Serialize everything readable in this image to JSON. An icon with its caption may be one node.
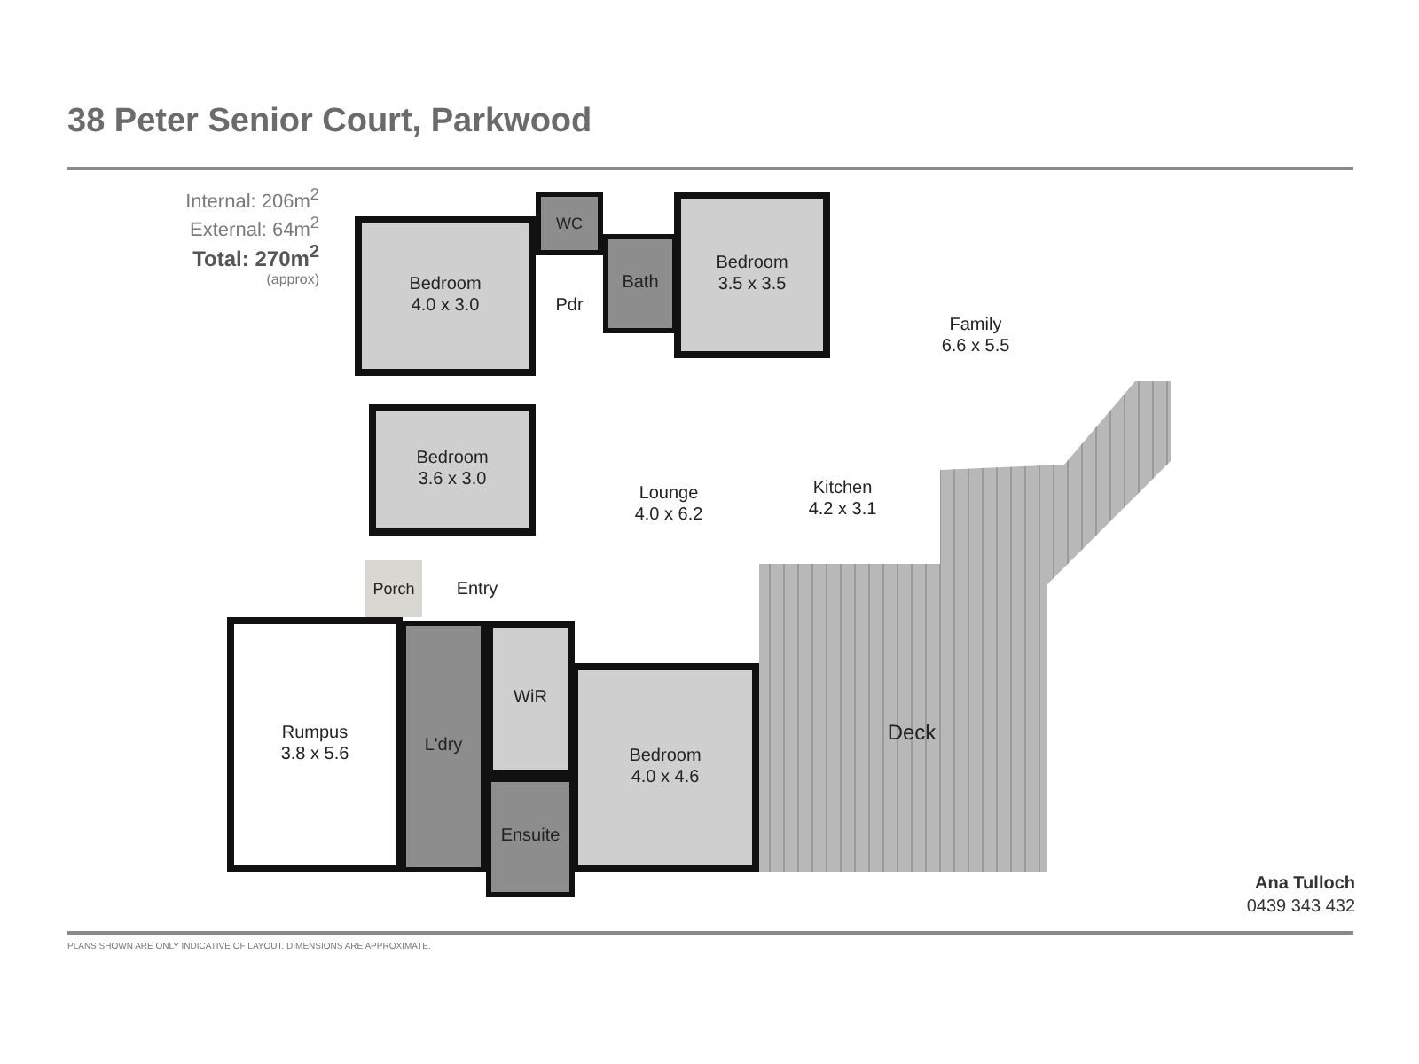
{
  "diagram": {
    "title": "38 Peter Senior Court, Parkwood",
    "nodes": [
      {
        "text": [
          "Bedroom",
          "4.0 x 3.0"
        ]
      },
      {
        "text": [
          "WC"
        ]
      },
      {
        "text": [
          "Pdr"
        ]
      },
      {
        "text": [
          "Bath"
        ]
      },
      {
        "text": [
          "Bedroom",
          "3.5 x 3.5"
        ]
      },
      {
        "text": [
          "Family",
          "6.6 x 5.5"
        ]
      },
      {
        "text": [
          "Bedroom",
          "3.6 x 3.0"
        ]
      },
      {
        "text": [
          "Lounge",
          "4.0 x 6.2"
        ]
      },
      {
        "text": [
          "Kitchen",
          "4.2 x 3.1"
        ]
      },
      {
        "text": [
          "Porch"
        ]
      },
      {
        "text": [
          "Entry"
        ]
      },
      {
        "text": [
          "Rumpus",
          "3.8 x 5.6"
        ]
      },
      {
        "text": [
          "L'dry"
        ]
      },
      {
        "text": [
          "WiR"
        ]
      },
      {
        "text": [
          "Bedroom",
          "4.0 x 4.6"
        ]
      },
      {
        "text": [
          "Ensuite"
        ]
      },
      {
        "text": [
          "Deck"
        ]
      }
    ],
    "labels": [
      "Internal: 206m$^{2}$",
      "External: 64m$^{2}$",
      "**Total:** **270m$^{2}$**",
      "(approx)",
      "Ana Tulloch",
      "0439 343 432",
      "PLANS SHOWN ARE ONLY INDICATIVE OF LAYOUT. DIMENSIONS ARE APPROXIMATE."
    ]
  }
}
